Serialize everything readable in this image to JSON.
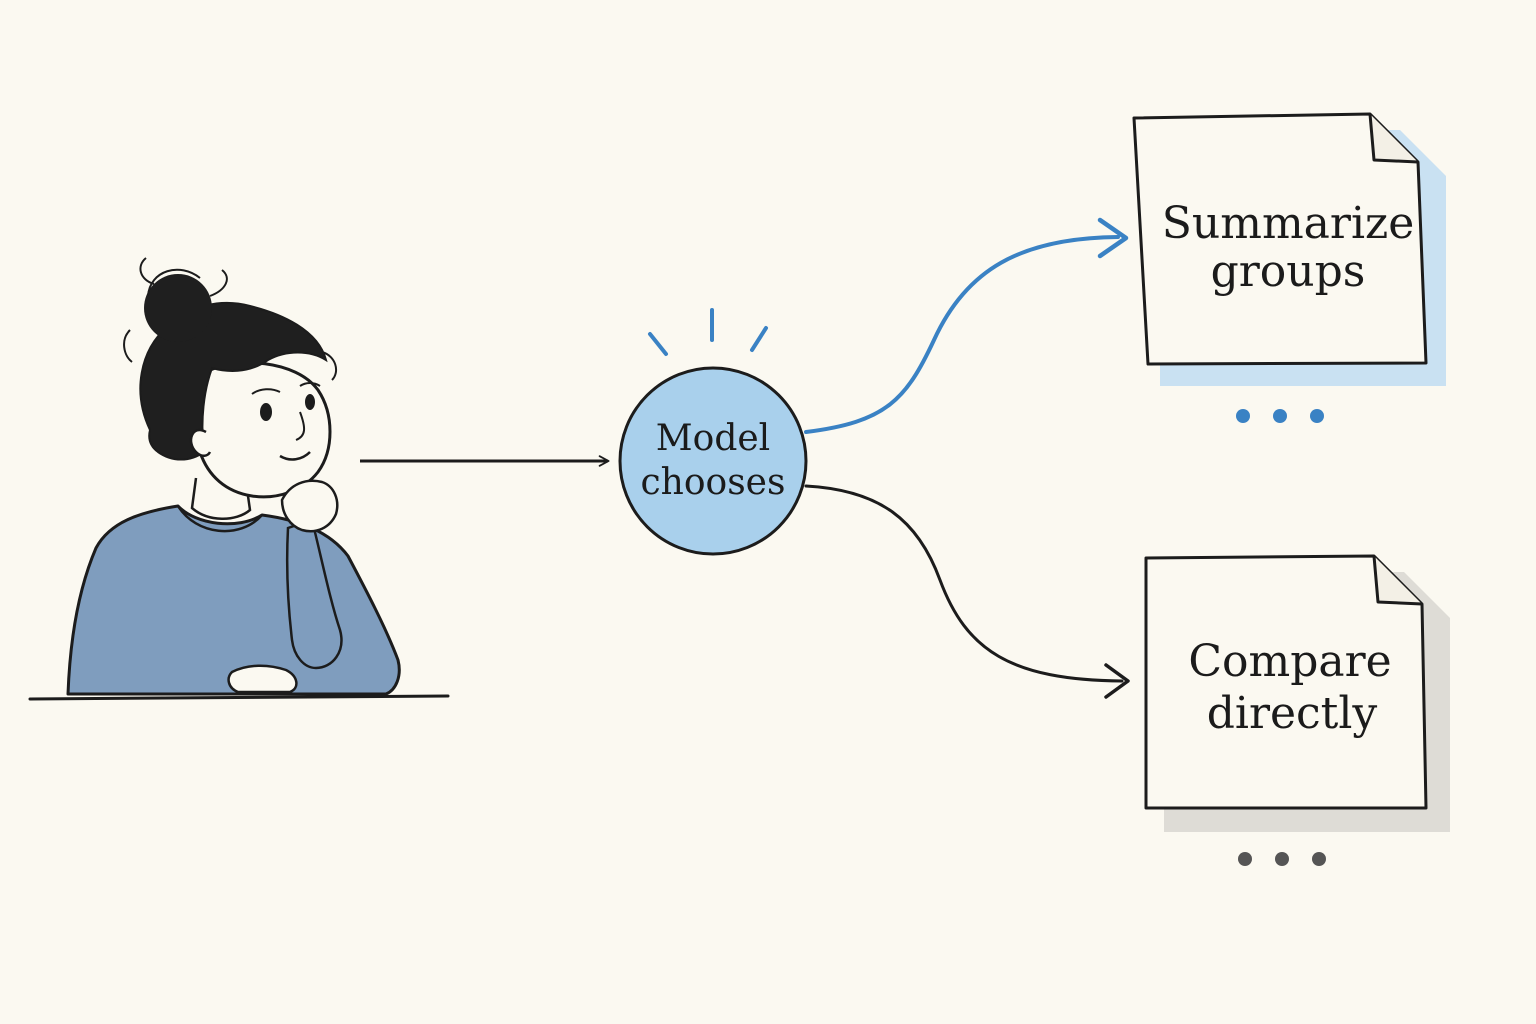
{
  "diagram": {
    "person": {
      "icon": "thinking-person-icon"
    },
    "decision_node": {
      "label_line1": "Model",
      "label_line2": "chooses",
      "fill_color": "#a9d0ec",
      "icon": "spark-lines-icon"
    },
    "options": [
      {
        "id": "summarize",
        "label_line1": "Summarize",
        "label_line2": "groups",
        "highlighted": true,
        "accent_color": "#3a82c4",
        "shadow_color": "#c9e1f2",
        "icon": "document-icon"
      },
      {
        "id": "compare",
        "label_line1": "Compare",
        "label_line2": "directly",
        "highlighted": false,
        "accent_color": "#222222",
        "shadow_color": "#dedcd6",
        "icon": "document-icon"
      }
    ],
    "ellipsis_icon": "ellipsis-icon"
  }
}
